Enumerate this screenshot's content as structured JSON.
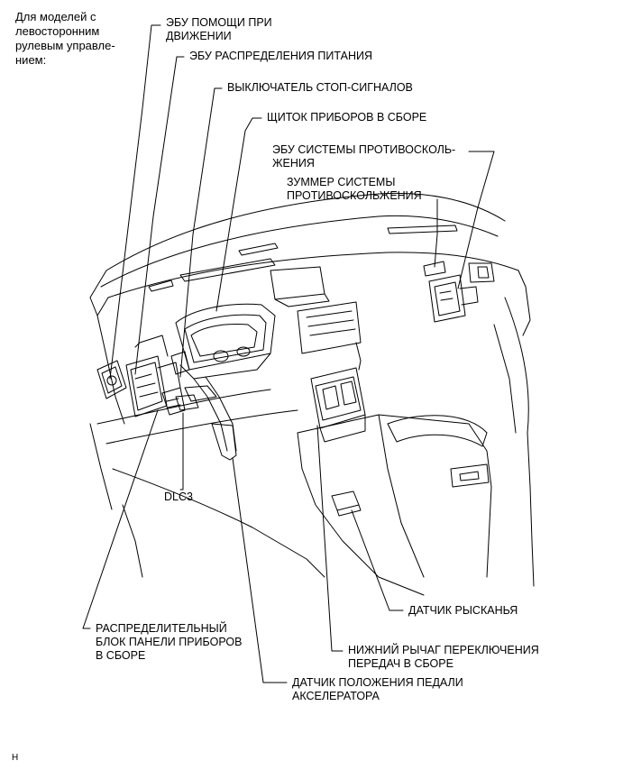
{
  "header": {
    "note": "Для моделей с\nлевосторонним\nрулевым управле-\nнием:"
  },
  "labels": {
    "ecu_assist": "ЭБУ ПОМОЩИ ПРИ\nДВИЖЕНИИ",
    "ecu_power": "ЭБУ РАСПРЕДЕЛЕНИЯ ПИТАНИЯ",
    "stop_switch": "ВЫКЛЮЧАТЕЛЬ СТОП-СИГНАЛОВ",
    "cluster": "ЩИТОК ПРИБОРОВ В СБОРЕ",
    "pcs_ecu": "ЭБУ СИСТЕМЫ ПРОТИВОСКОЛЬ-\nЖЕНИЯ",
    "pcs_buzzer": "ЗУММЕР СИСТЕМЫ\nПРОТИВОСКОЛЬЖЕНИЯ",
    "dlc3": "DLC3",
    "yaw_sensor": "ДАТЧИК РЫСКАНЬЯ",
    "junction_block": "РАСПРЕДЕЛИТЕЛЬНЫЙ\nБЛОК ПАНЕЛИ ПРИБОРОВ\nВ СБОРЕ",
    "shift_lever": "НИЖНИЙ РЫЧАГ ПЕРЕКЛЮЧЕНИЯ\nПЕРЕДАЧ В СБОРЕ",
    "accel_sensor": "ДАТЧИК ПОЛОЖЕНИЯ ПЕДАЛИ\nАКСЕЛЕРАТОРА"
  },
  "footer": {
    "code": "H"
  }
}
